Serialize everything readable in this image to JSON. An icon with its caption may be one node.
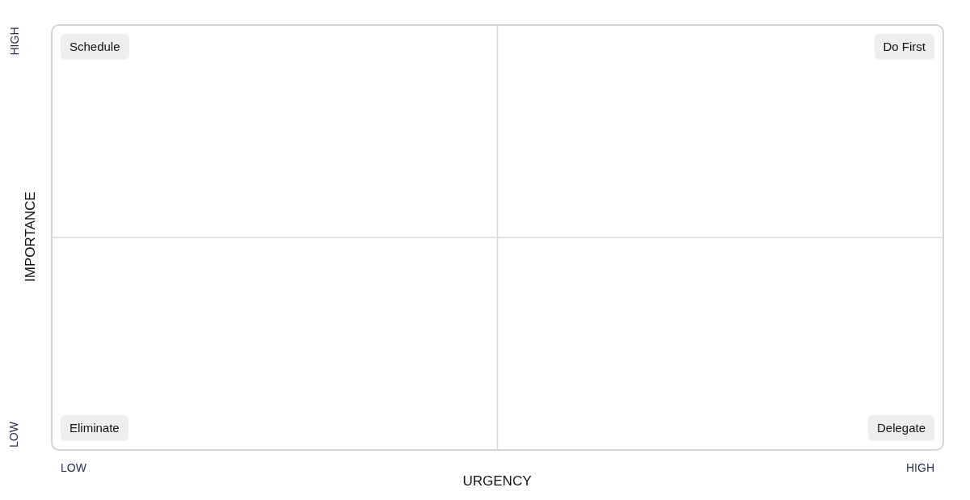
{
  "diagram": {
    "nodes": [
      {
        "text": [],
        "shape": "box"
      },
      {
        "text": [
          "Schedule"
        ],
        "in": 0
      },
      {
        "text": [
          "Do First"
        ],
        "in": 0
      },
      {
        "text": [
          "Eliminate"
        ],
        "in": 0
      },
      {
        "text": [
          "Delegate"
        ],
        "in": 0
      }
    ],
    "labels": [
      "HIGH",
      "IMPORTANCE",
      "LOW",
      "LOW",
      "HIGH",
      "URGENCY"
    ]
  }
}
